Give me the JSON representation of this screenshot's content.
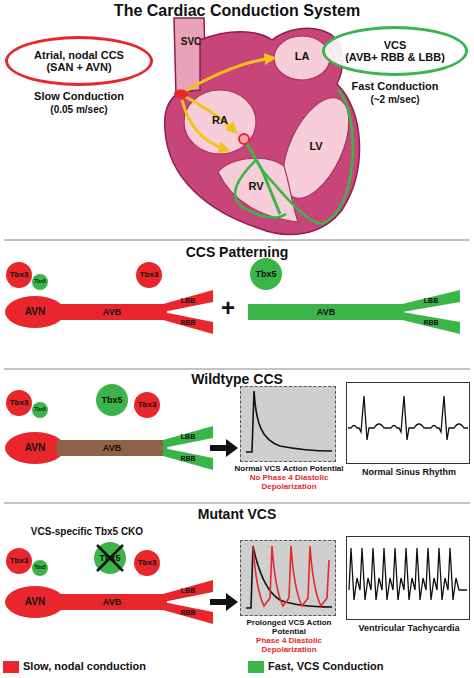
{
  "diagram": {
    "title": "The Cardiac Conduction System",
    "nodes": [
      {
        "text": [
          "Atrial, nodal CCS",
          "(SAN + AVN)"
        ]
      },
      {
        "text": [
          "VCS",
          "(AVB+ RBB & LBB)"
        ]
      },
      {
        "text": [
          "Tbx3"
        ]
      },
      {
        "text": [
          "Tbx5"
        ]
      },
      {
        "text": [
          "Tbx3"
        ]
      },
      {
        "text": [
          "AVN"
        ]
      },
      {
        "text": [
          "AVB"
        ]
      },
      {
        "text": [
          "LBB"
        ]
      },
      {
        "text": [
          "RBB"
        ]
      },
      {
        "text": [
          "Tbx5"
        ]
      },
      {
        "text": [
          "AVB"
        ]
      },
      {
        "text": [
          "LBB"
        ]
      },
      {
        "text": [
          "RBB"
        ]
      },
      {
        "text": [
          "Tbx3"
        ]
      },
      {
        "text": [
          "Tbx5"
        ]
      },
      {
        "text": [
          "Tbx5"
        ]
      },
      {
        "text": [
          "Tbx3"
        ]
      },
      {
        "text": [
          "AVN"
        ]
      },
      {
        "text": [
          "AVB"
        ]
      },
      {
        "text": [
          "LBB"
        ]
      },
      {
        "text": [
          "RBB"
        ]
      },
      {
        "text": [
          "Normal VCS Action Potential",
          "No Phase 4 Diastolic Depolarization"
        ]
      },
      {
        "text": [
          "Normal Sinus Rhythm"
        ]
      },
      {
        "text": [
          "Tbx3"
        ]
      },
      {
        "text": [
          "Tbx5"
        ]
      },
      {
        "text": [
          "Tbx5"
        ]
      },
      {
        "text": [
          "Tbx3"
        ]
      },
      {
        "text": [
          "AVN"
        ]
      },
      {
        "text": [
          "AVB"
        ]
      },
      {
        "text": [
          "LBB"
        ]
      },
      {
        "text": [
          "RBB"
        ]
      },
      {
        "text": [
          "Prolonged VCS Action Potential",
          "Phase 4 Diastolic Depolarization"
        ]
      },
      {
        "text": [
          "Ventricular Tachycardia"
        ]
      }
    ],
    "labels": [
      "SVC",
      "LA",
      "RA",
      "LV",
      "RV",
      "Slow Conduction",
      "(0.05 m/sec)",
      "Fast Conduction",
      "(~2 m/sec)",
      "CCS Patterning",
      "+",
      "Wildtype CCS",
      "Mutant VCS",
      "VCS-specific Tbx5 CKO"
    ],
    "legend": [
      {
        "text": "Slow, nodal conduction",
        "color": "#e8262b"
      },
      {
        "text": "Fast, VCS Conduction",
        "color": "#3bb54a"
      }
    ]
  }
}
